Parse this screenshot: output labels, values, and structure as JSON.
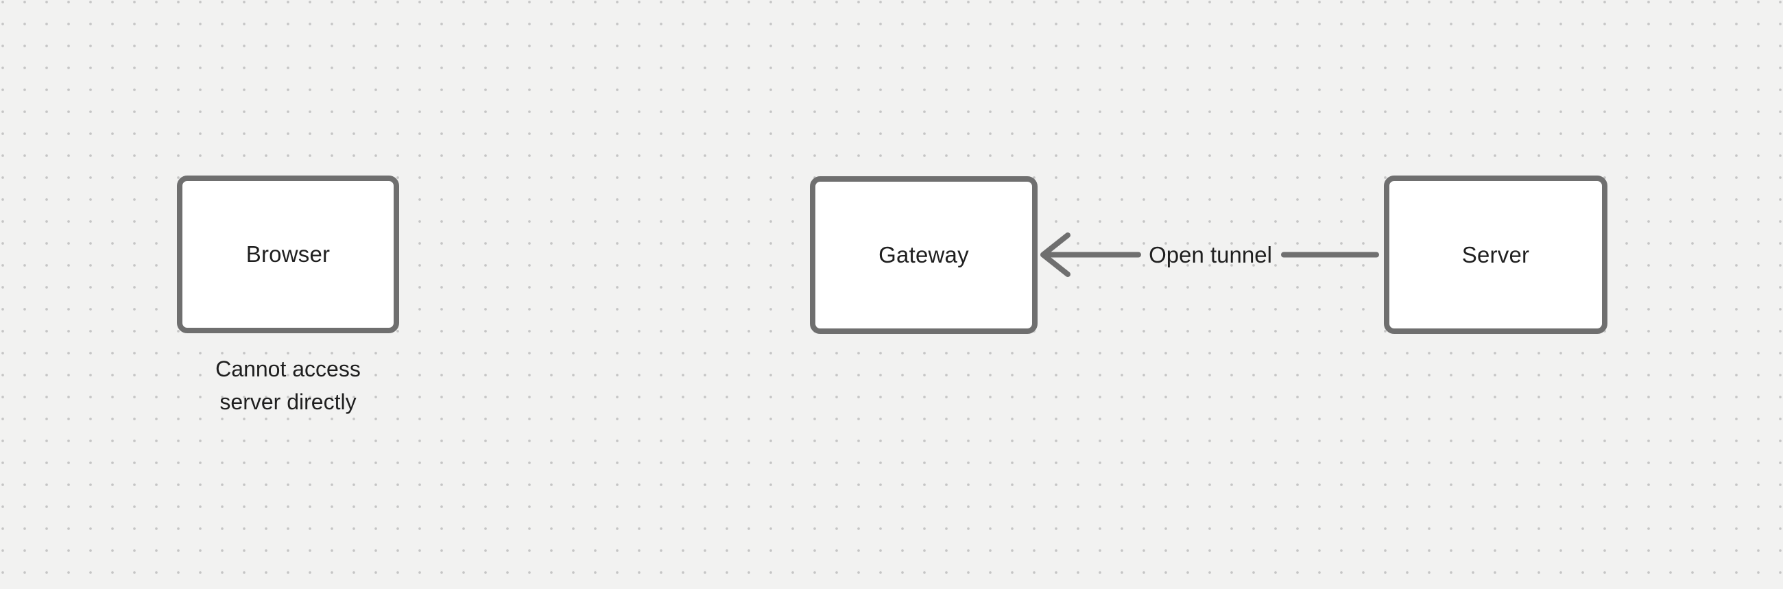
{
  "canvas": {
    "background_color": "#f2f2f1",
    "dot_color": "#c5c5c5"
  },
  "style": {
    "shape_stroke_color": "#6f6f6f",
    "shape_fill_color": "#ffffff",
    "text_color": "#1f1f1f"
  },
  "nodes": {
    "browser": {
      "label": "Browser"
    },
    "gateway": {
      "label": "Gateway"
    },
    "server": {
      "label": "Server"
    }
  },
  "edge": {
    "from": "Server",
    "to": "Gateway",
    "label": "Open tunnel",
    "direction": "right-to-left"
  },
  "caption": {
    "line1": "Cannot access",
    "line2": "server directly"
  }
}
